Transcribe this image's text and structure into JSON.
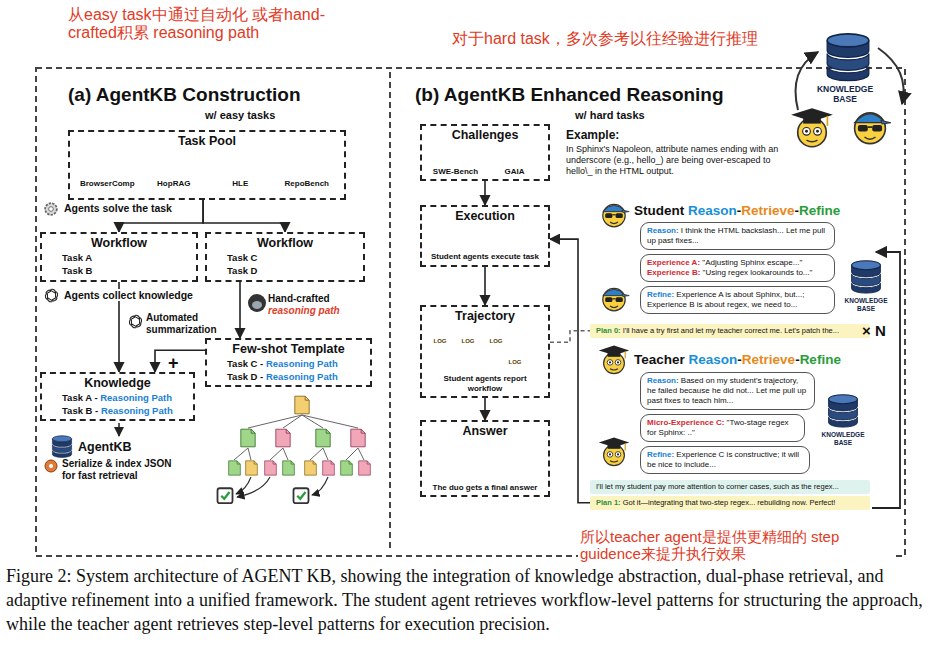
{
  "diagram": {
    "caption": "Figure 2: System architecture of AGENT KB, showing the integration of knowledge abstraction, dual-phase retrieval, and adaptive refinement into a unified framework. The student agent retrieves workflow-level patterns for structuring the approach, while the teacher agent retrieves step-level patterns for execution precision.",
    "nodes": [
      {
        "text": [
          "Task Pool",
          "BrowserComp",
          "HopRAG",
          "HLE",
          "RepoBench"
        ]
      },
      {
        "text": [
          "Workflow",
          "Task A",
          "Task B"
        ]
      },
      {
        "text": [
          "Workflow",
          "Task C",
          "Task D"
        ]
      },
      {
        "text": [
          "Few-shot Template",
          "Task C -",
          "Reasoning Path",
          "Task D -",
          "Reasoning Path"
        ]
      },
      {
        "text": [
          "Knowledge",
          "Task A -",
          "Reasoning Path",
          "Task B -",
          "Reasoning Path"
        ]
      },
      {
        "text": [
          "Challenges",
          "SWE-Bench",
          "GAIA"
        ]
      },
      {
        "text": [
          "Execution",
          "Student agents execute task"
        ]
      },
      {
        "text": [
          "Trajectory",
          "Student agents report workflow"
        ]
      },
      {
        "text": [
          "Answer",
          "The duo gets a final answer"
        ]
      },
      {
        "text": [
          "Reason:",
          "I think the HTML backslash... Let me pull up past fixes..."
        ]
      },
      {
        "text": [
          "Experience A:",
          "\"Adjusting Sphinx escape...\"",
          "Experience B:",
          "\"Using regex lookarounds to...\""
        ]
      },
      {
        "text": [
          "Refine:",
          "Experience A is about Sphinx, but...; Experience B is about regex, we need to..."
        ]
      },
      {
        "text": [
          "Plan 0:",
          "I'll have a try first and let my teacher correct me. Let's patch the..."
        ]
      },
      {
        "text": [
          "Reason:",
          "Based on my student's trajectory, he failed because he did not... Let me pull up past fixes to teach him..."
        ]
      },
      {
        "text": [
          "Micro-Experience C:",
          "\"Two-stage regex for Sphinx: ..\""
        ]
      },
      {
        "text": [
          "Refine:",
          "Experience C is constructive; it will be nice to include..."
        ]
      },
      {
        "text": [
          "I'll let my student pay more attention to corner cases, such as the regex..."
        ]
      },
      {
        "text": [
          "Plan 1:",
          "Got it—integrating that two-step regex... rebuilding now. Perfect!"
        ]
      }
    ],
    "edges": [
      {
        "from": 0,
        "to": 1,
        "arrow": "to"
      },
      {
        "from": 0,
        "to": 2,
        "arrow": "to"
      },
      {
        "from": 1,
        "to": 4,
        "arrow": "to"
      },
      {
        "from": 2,
        "to": 3,
        "arrow": "to"
      },
      {
        "from": 3,
        "to": 4,
        "arrow": "to"
      },
      {
        "from": 5,
        "to": 6,
        "arrow": "to"
      },
      {
        "from": 6,
        "to": 7,
        "arrow": "to"
      },
      {
        "from": 7,
        "to": 8,
        "arrow": "to"
      },
      {
        "from": 17,
        "to": 6,
        "arrow": "to"
      },
      {
        "from": 7,
        "to": 12,
        "arrow": "none"
      }
    ],
    "labels": [
      "从easy task中通过自动化 或者hand-crafted积累 reasoning path",
      "对于hard task，多次参考以往经验进行推理",
      "(a) AgentKB Construction",
      "w/ easy tasks",
      "Agents solve the task",
      "Agents collect knowledge",
      "Automated summarization",
      "Hand-crafted",
      "reasoning path",
      "+",
      "AgentKB",
      "Serialize & index JSON for fast retrieval",
      "(b) AgentKB Enhanced Reasoning",
      "w/ hard tasks",
      "Example:",
      "In Sphinx's Napoleon, attribute names ending with an underscore (e.g., hello_) are being over-escaped to hello\\_ in the HTML output.",
      "Student",
      "Reason",
      "-",
      "Retrieve",
      "-",
      "Refine",
      "Teacher",
      "Reason",
      "-",
      "Retrieve",
      "-",
      "Refine",
      "× N",
      "KNOWLEDGE BASE",
      "KNOWLEDGE BASE",
      "KNOWLEDGE BASE",
      "LOG",
      "LOG",
      "LOG",
      "LOG",
      "所以teacher agent是提供更精细的 step guidence来提升执行效果"
    ]
  }
}
